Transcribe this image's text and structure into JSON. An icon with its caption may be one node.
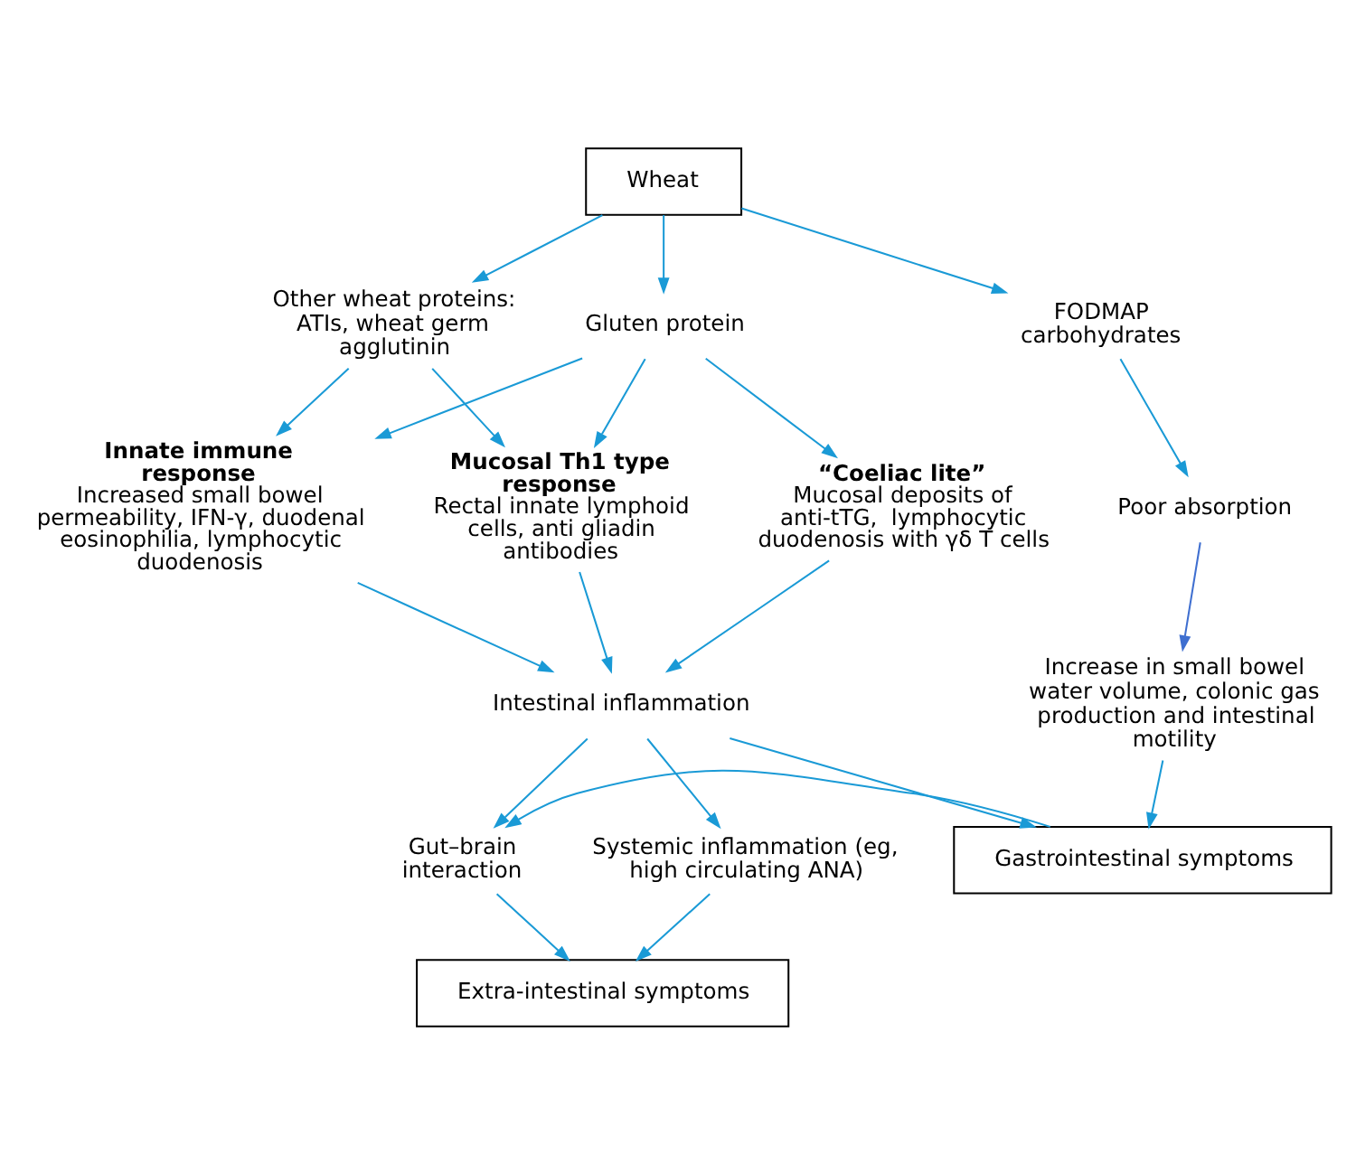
{
  "diagram": {
    "nodes": [
      {
        "text": [
          "Wheat"
        ]
      },
      {
        "text": [
          "Gluten protein"
        ]
      },
      {
        "text": [
          "Other wheat proteins: ATIs, wheat germ agglutinin"
        ]
      },
      {
        "text": [
          "FODMAP carbohydrates"
        ]
      },
      {
        "text": [
          "“Coeliac lite”",
          "Mucosal deposits of anti-tTG,  lymphocytic duodenosis with γδ T cells"
        ]
      },
      {
        "text": [
          "Mucosal Th1 type response",
          "Rectal innate lymphoid cells, anti gliadin antibodies"
        ]
      },
      {
        "text": [
          "Innate immune response",
          "Increased small bowel permeability, IFN-γ, duodenal eosinophilia, lymphocytic duodenosis"
        ]
      },
      {
        "text": [
          "Poor absorption"
        ]
      },
      {
        "text": [
          "Increase in small bowel water volume, colonic gas production and intestinal motility"
        ]
      },
      {
        "text": [
          "Intestinal inflammation"
        ]
      },
      {
        "text": [
          "Systemic inflammation (eg, high circulating ANA)"
        ]
      },
      {
        "text": [
          "Gut–brain interaction"
        ]
      },
      {
        "text": [
          "Gastrointestinal symptoms"
        ]
      },
      {
        "text": [
          "Extra-intestinal symptoms"
        ]
      }
    ],
    "edges": [
      {
        "from": 0,
        "to": 1,
        "arrow": "to"
      },
      {
        "from": 0,
        "to": 2,
        "arrow": "to"
      },
      {
        "from": 0,
        "to": 3,
        "arrow": "to"
      },
      {
        "from": 1,
        "to": 4,
        "arrow": "to"
      },
      {
        "from": 1,
        "to": 5,
        "arrow": "to"
      },
      {
        "from": 1,
        "to": 6,
        "arrow": "to"
      },
      {
        "from": 2,
        "to": 5,
        "arrow": "to"
      },
      {
        "from": 2,
        "to": 6,
        "arrow": "to"
      },
      {
        "from": 3,
        "to": 7,
        "arrow": "to"
      },
      {
        "from": 7,
        "to": 8,
        "arrow": "to",
        "color": "#3f6fd0"
      },
      {
        "from": 4,
        "to": 9,
        "arrow": "to"
      },
      {
        "from": 5,
        "to": 9,
        "arrow": "to"
      },
      {
        "from": 6,
        "to": 9,
        "arrow": "to"
      },
      {
        "from": 8,
        "to": 12,
        "arrow": "to"
      },
      {
        "from": 9,
        "to": 10,
        "arrow": "to"
      },
      {
        "from": 9,
        "to": 11,
        "arrow": "to"
      },
      {
        "from": 9,
        "to": 12,
        "arrow": "to"
      },
      {
        "from": 12,
        "to": 11,
        "arrow": "to"
      },
      {
        "from": 10,
        "to": 13,
        "arrow": "to"
      },
      {
        "from": 11,
        "to": 13,
        "arrow": "to"
      }
    ]
  }
}
